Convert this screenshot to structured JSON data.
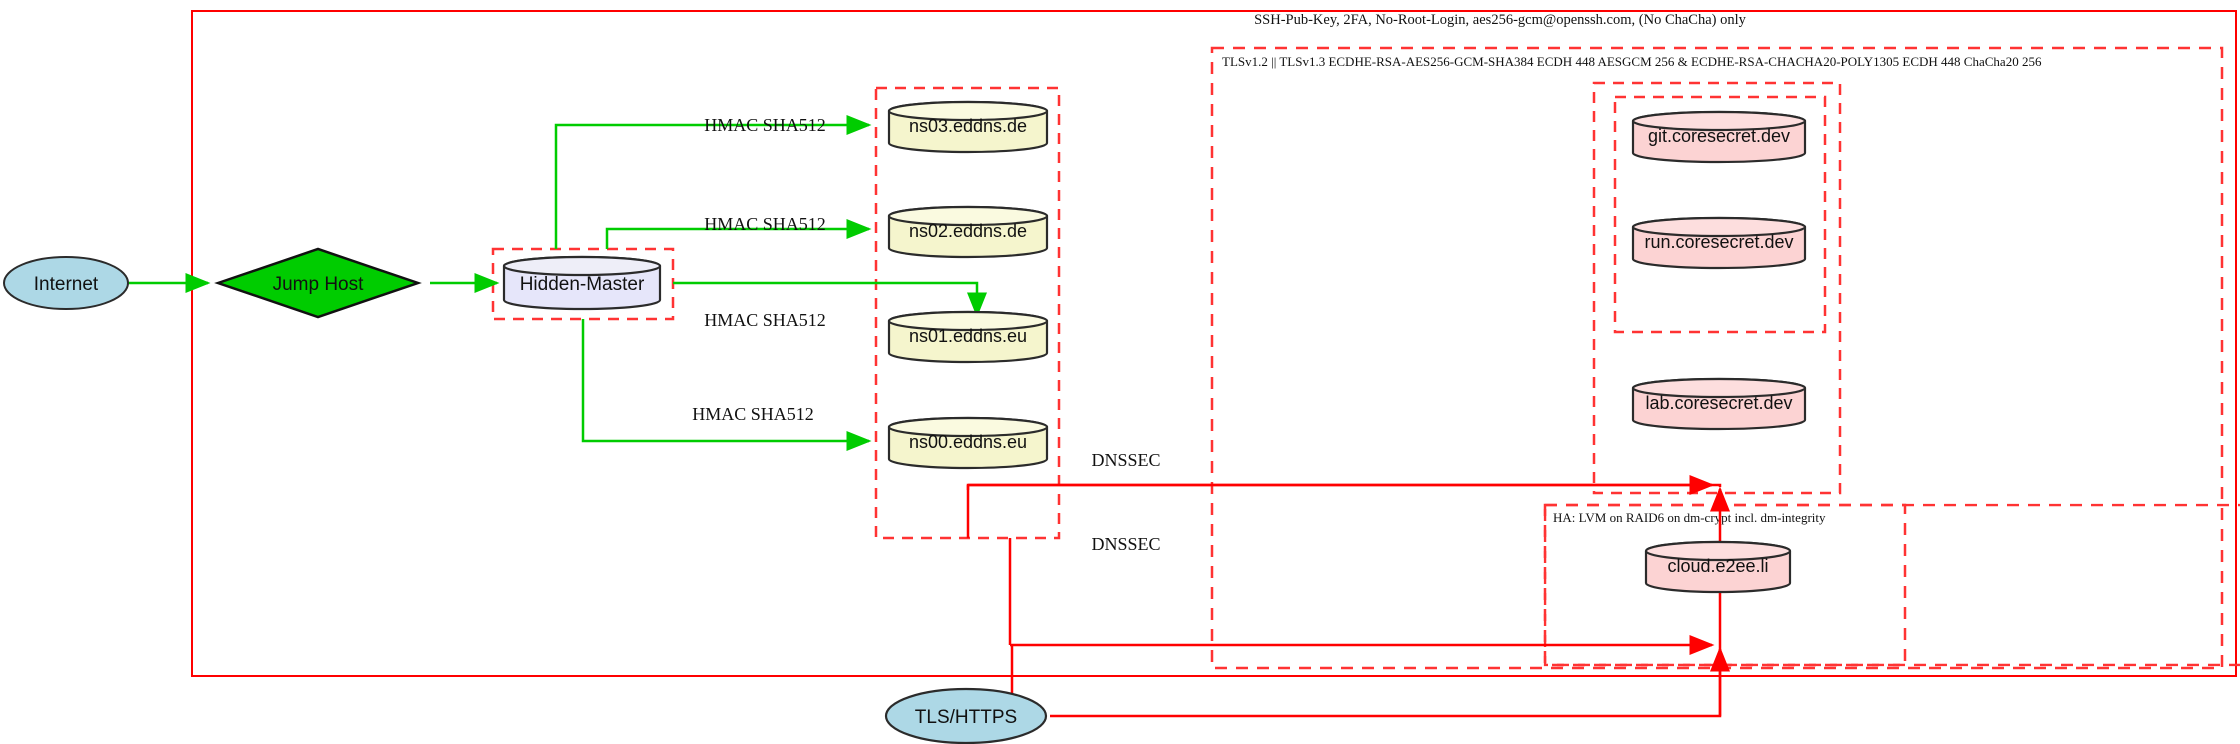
{
  "diagram": {
    "title_boundary_label": "SSH-Pub-Key, 2FA, No-Root-Login, aes256-gcm@openssh.com, (No ChaCha) only",
    "tls_boundary_label": "TLSv1.2 || TLSv1.3 ECDHE-RSA-AES256-GCM-SHA384 ECDH 448 AESGCM 256 & ECDHE-RSA-CHACHA20-POLY1305 ECDH 448 ChaCha20 256",
    "ha_boundary_label": "HA: LVM on RAID6 on dm-crypt incl. dm-integrity",
    "colors": {
      "ssh_link": "#00cc00",
      "tls_link": "#ff0000",
      "boundary_solid": "#ff0000",
      "boundary_dashed": "#ff3333",
      "internet_fill": "#add8e6",
      "jumphost_fill": "#00cc00",
      "master_fill": "#e6e6fa",
      "dns_fill": "#f5f5cd",
      "service_fill": "#fcd3d3",
      "node_stroke": "#2b2b2b"
    },
    "nodes": {
      "internet": {
        "label": "Internet",
        "shape": "ellipse"
      },
      "jump_host": {
        "label": "Jump Host",
        "shape": "diamond"
      },
      "hidden_master": {
        "label": "Hidden-Master",
        "shape": "cylinder"
      },
      "tls_https": {
        "label": "TLS/HTTPS",
        "shape": "ellipse"
      }
    },
    "dns_servers": [
      {
        "label": "ns03.eddns.de",
        "shape": "cylinder"
      },
      {
        "label": "ns02.eddns.de",
        "shape": "cylinder"
      },
      {
        "label": "ns01.eddns.eu",
        "shape": "cylinder"
      },
      {
        "label": "ns00.eddns.eu",
        "shape": "cylinder"
      }
    ],
    "services": [
      {
        "label": "git.coresecret.dev",
        "shape": "cylinder"
      },
      {
        "label": "run.coresecret.dev",
        "shape": "cylinder"
      },
      {
        "label": "lab.coresecret.dev",
        "shape": "cylinder"
      },
      {
        "label": "cloud.e2ee.li",
        "shape": "cylinder"
      }
    ],
    "edge_labels": {
      "hmac": [
        "HMAC SHA512",
        "HMAC SHA512",
        "HMAC SHA512",
        "HMAC SHA512"
      ],
      "dnssec": [
        "DNSSEC",
        "DNSSEC"
      ]
    }
  }
}
